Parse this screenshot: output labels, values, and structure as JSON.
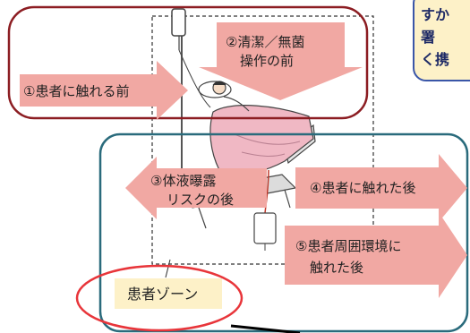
{
  "moments": {
    "m1": "①患者に触れる前",
    "m2_line1": "②清潔／無菌",
    "m2_line2": "操作の前",
    "m3_line1": "③体液曝露",
    "m3_line2": "リスクの後",
    "m4": "④患者に触れた後",
    "m5_line1": "⑤患者周囲環境に",
    "m5_line2": "触れた後"
  },
  "zone": {
    "patient_zone_label": "患者ゾーン"
  },
  "callout": {
    "lines": [
      "すか",
      "署",
      "く携"
    ]
  },
  "colors": {
    "arrow_fill": "#f1a8a3",
    "top_frame": "#8c1d22",
    "bottom_frame": "#2a6b7c",
    "zone_ellipse": "#e8353a",
    "callout_border": "#3a56a8",
    "callout_fill": "#fdf1c8",
    "callout_text": "#1e2a66",
    "bed_sheet": "#f0b8c4"
  }
}
